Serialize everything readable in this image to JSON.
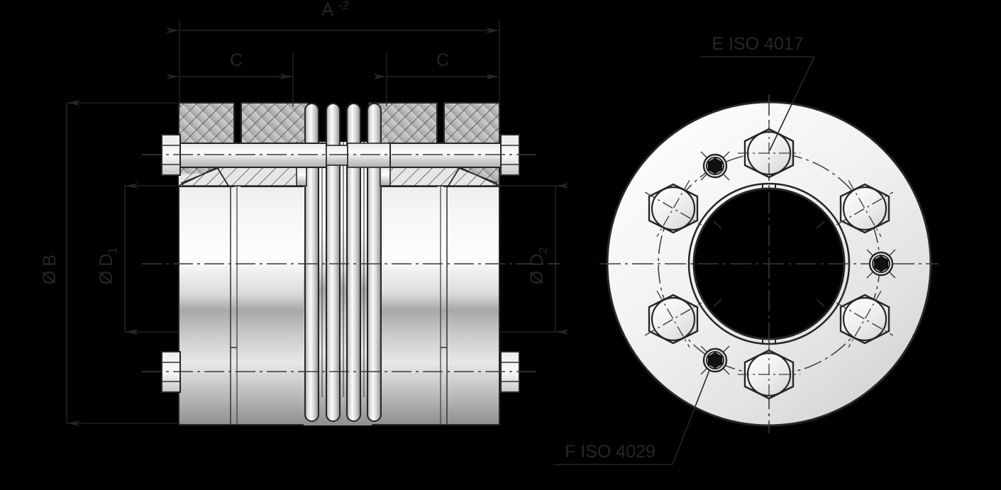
{
  "drawing": {
    "title": "Metal bellows expansion joint — sectional view and flange face view",
    "background_color": "#000000",
    "line_color": "#262626",
    "metal_light": "#fdfdfd",
    "metal_mid": "#8c8c8c",
    "metal_dark": "#6e6e6e",
    "hatch_fill": "#b4b4b4"
  },
  "dimensions": {
    "overall": {
      "name": "overall-length",
      "label_base": "A",
      "label_sup": "-2"
    },
    "left_segment": {
      "name": "left-flange-length",
      "label": "C"
    },
    "right_segment": {
      "name": "right-flange-length",
      "label": "C"
    },
    "outer_diameter": {
      "name": "flange-outer-diameter",
      "symbol": "Ø",
      "label_base": "B",
      "label_sub": ""
    },
    "inner_diameter_left": {
      "name": "pipe-diameter-d1",
      "symbol": "Ø",
      "label_base": "D",
      "label_sub": "1"
    },
    "inner_diameter_right": {
      "name": "pipe-diameter-d2",
      "symbol": "Ø",
      "label_base": "D",
      "label_sub": "2"
    }
  },
  "callouts": {
    "bolt": {
      "name": "hex-bolt-callout",
      "label": "E ISO 4017"
    },
    "set_screw": {
      "name": "set-screw-callout",
      "label": "F ISO 4029"
    }
  },
  "section_view": {
    "name": "cross-section-view",
    "bellows_convolutions": 4,
    "flanges": 2,
    "bolts_in_section": 2
  },
  "face_view": {
    "name": "flange-face-view",
    "hex_bolts": 6,
    "set_screws": 3,
    "bolt_circle": "dash-dot",
    "center_lines": "dash-dot"
  }
}
